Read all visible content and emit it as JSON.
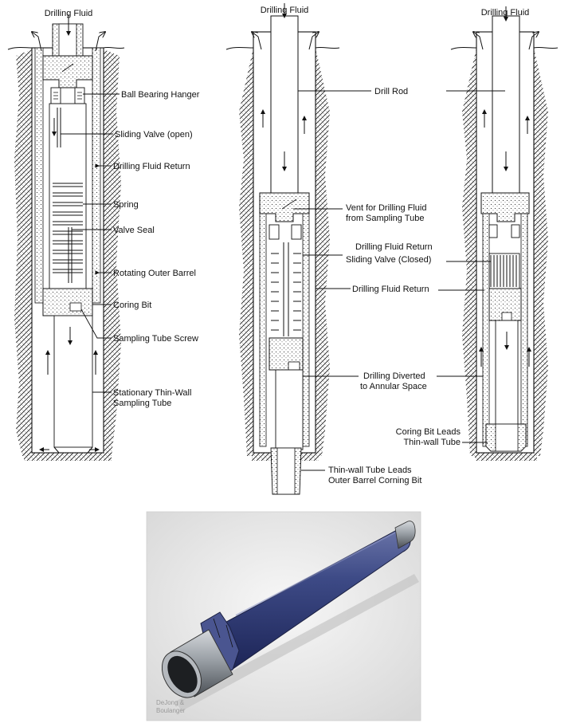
{
  "figure": {
    "panel_left": {
      "top_label": "Drilling Fluid",
      "callouts": [
        "Ball Bearing Hanger",
        "Sliding Valve (open)",
        "Drilling Fluid Return",
        "Spring",
        "Valve Seal",
        "Rotating Outer Barrel",
        "Coring Bit",
        "Sampling Tube Screw",
        "Stationary Thin-Wall",
        "Sampling Tube"
      ]
    },
    "panel_middle": {
      "top_label": "Drilling Fluid",
      "callouts": [
        "Drill Rod",
        "Vent for Drilling Fluid",
        "from Sampling Tube",
        "Drilling Fluid Return",
        "Sliding Valve (Closed)",
        "Drilling Fluid Return",
        "Drilling Diverted",
        "to Annular Space",
        "Thin-wall Tube Leads",
        "Outer Barrel Corning Bit"
      ]
    },
    "panel_right": {
      "top_label": "Drilling Fluid",
      "callouts": [
        "Coring Bit Leads",
        "Thin-wall Tube"
      ]
    },
    "photo": {
      "watermark_line1": "DeJong &",
      "watermark_line2": "Boulanger"
    }
  },
  "colors": {
    "line": "#111111",
    "barrel_blue": "#3d4a86",
    "photo_bg": "#e9e9e9",
    "steel": "#8f949a"
  }
}
